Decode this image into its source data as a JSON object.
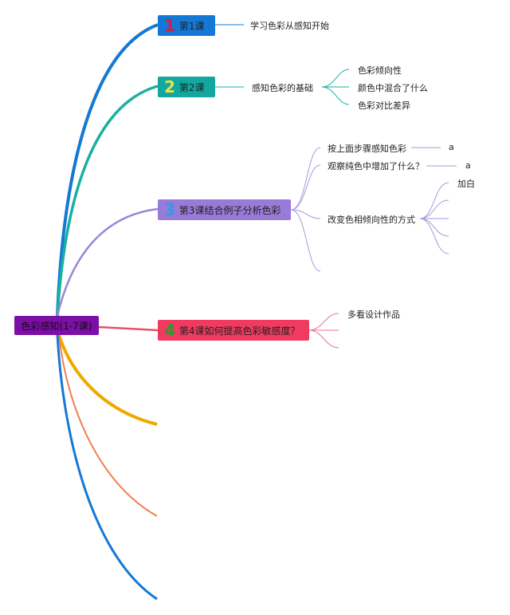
{
  "root": {
    "label": "色彩感知(1-7课)",
    "color": "#7b0fa6"
  },
  "topics": [
    {
      "number": "1",
      "label": "第1课",
      "box_color": "#1478d4",
      "number_color": "#d0204a",
      "line_color": "#1478d4",
      "children": [
        {
          "label": "学习色彩从感知开始"
        }
      ]
    },
    {
      "number": "2",
      "label": "第2课",
      "box_color": "#12a8a0",
      "number_color": "#f2e04a",
      "line_color": "#19b0a0",
      "children": [
        {
          "label": "感知色彩的基础",
          "children": [
            "色彩倾向性",
            "颜色中混合了什么",
            "色彩对比差异"
          ]
        }
      ]
    },
    {
      "number": "3",
      "label": "第3课结合例子分析色彩",
      "box_color": "#9a7ad8",
      "number_color": "#2a9ee8",
      "line_color": "#9a86d8",
      "children": [
        {
          "label": "按上面步骤感知色彩",
          "children": [
            "a"
          ]
        },
        {
          "label": "观察纯色中增加了什么？",
          "children": [
            "a"
          ]
        },
        {
          "label": "改变色相倾向性的方式",
          "children": [
            "加白",
            "",
            "",
            "",
            ""
          ]
        },
        {
          "label": ""
        }
      ]
    },
    {
      "number": "4",
      "label": "第4课如何提高色彩敏感度？",
      "box_color": "#f03a60",
      "number_color": "#2a9a30",
      "line_color": "#e8506a",
      "children": [
        {
          "label": "多看设计作品"
        },
        {
          "label": ""
        },
        {
          "label": ""
        }
      ]
    }
  ],
  "empty_branches": [
    {
      "line_color": "#f0a800"
    },
    {
      "line_color": "#f08050"
    },
    {
      "line_color": "#1478d4"
    }
  ]
}
